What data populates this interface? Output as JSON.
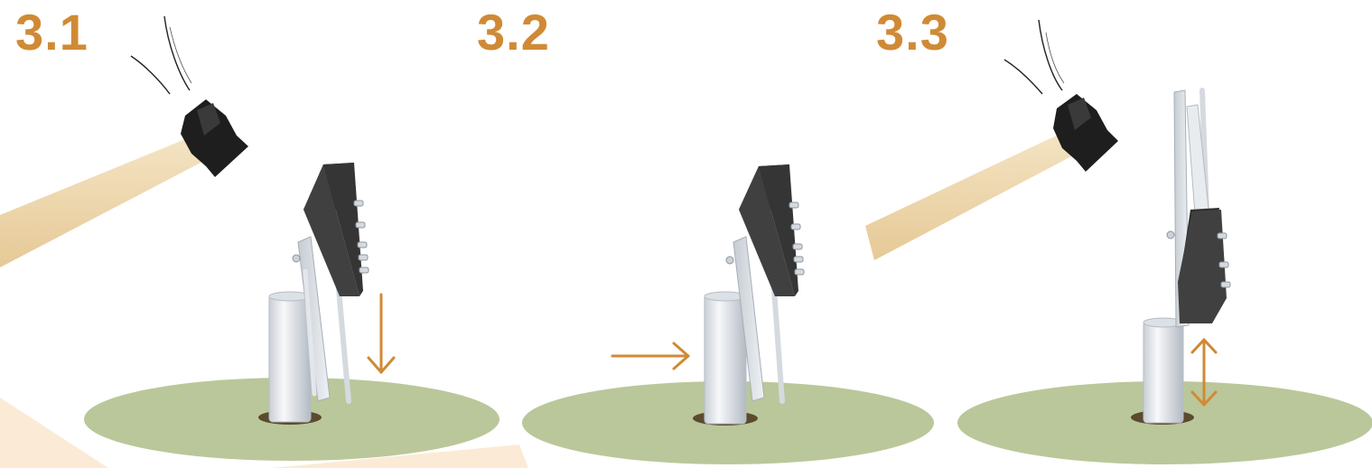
{
  "steps": [
    {
      "label": "3.1",
      "arrow": "down"
    },
    {
      "label": "3.2",
      "arrow": "right"
    },
    {
      "label": "3.3",
      "arrow": "up-down"
    }
  ],
  "colors": {
    "accent": "#D08A35",
    "ground": "#BAC79A",
    "hole": "#5B4A2E",
    "device": "#444444",
    "post": "#E4E8EC",
    "wood": "#EFD9B0",
    "hammer_head": "#1E1E1E",
    "background_wedge": "#FBEBD6"
  },
  "icons": [
    "hammer-icon",
    "down-arrow-icon",
    "right-arrow-icon",
    "double-arrow-icon"
  ]
}
